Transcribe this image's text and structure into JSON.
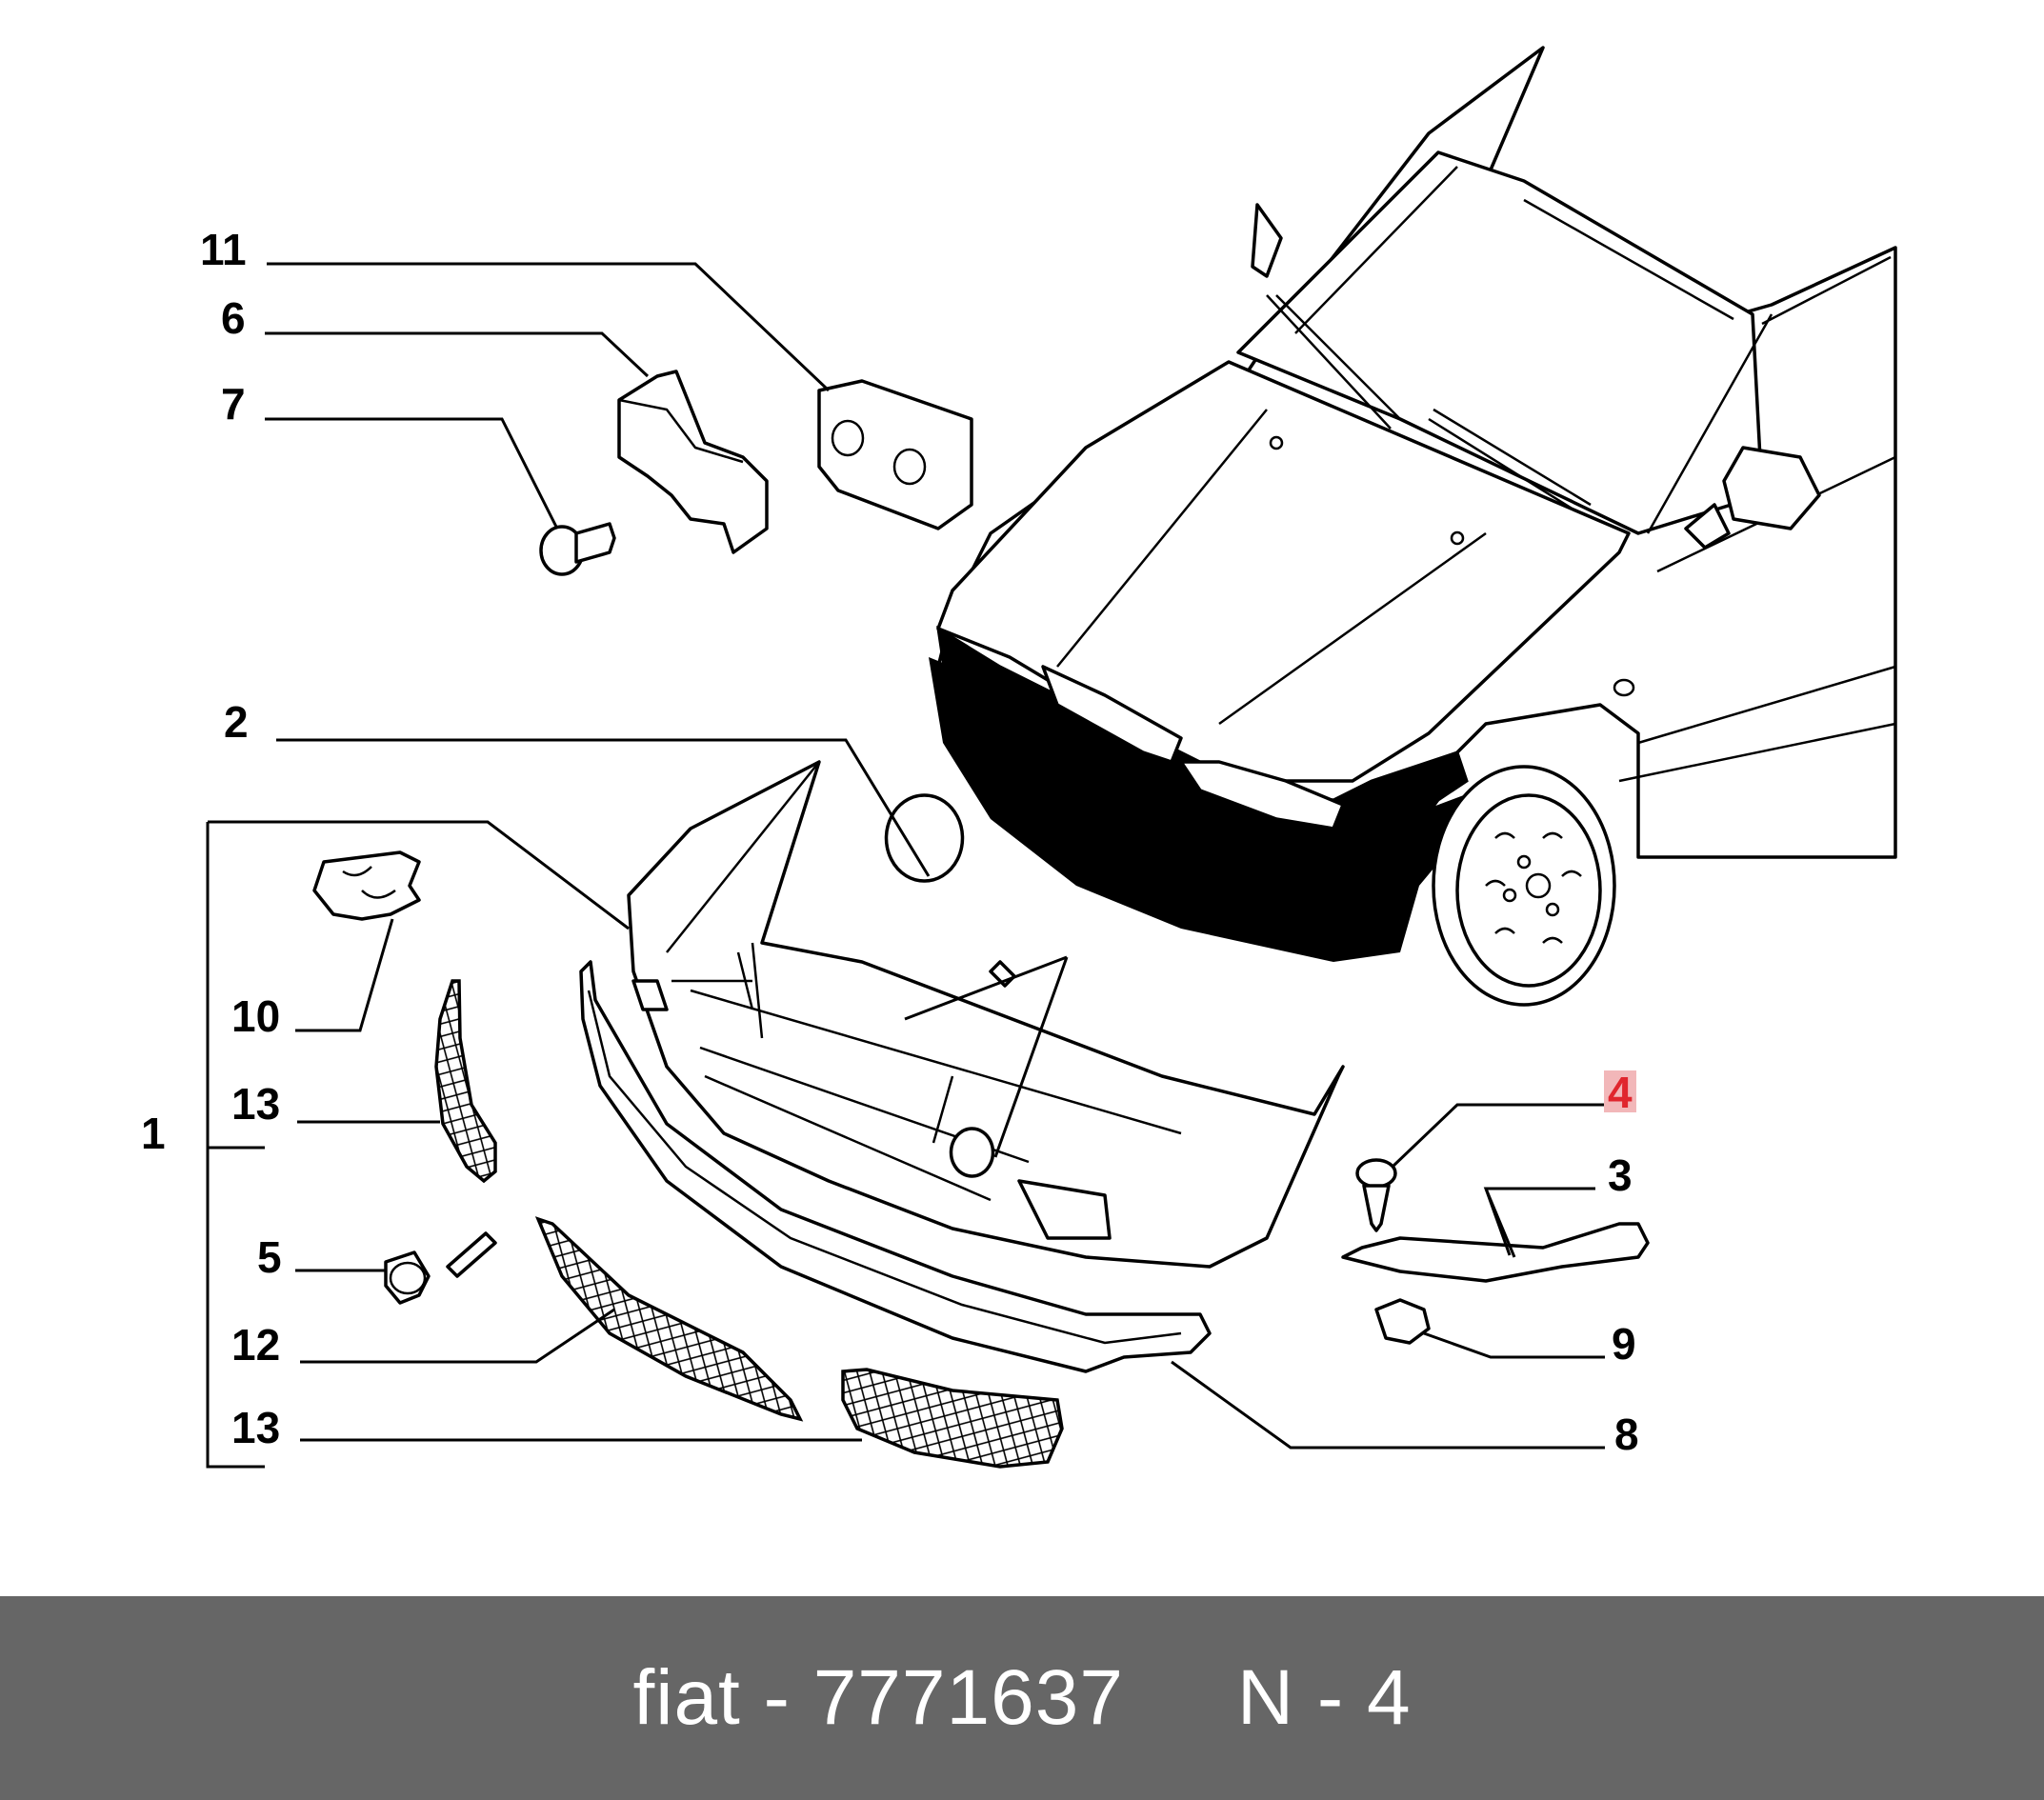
{
  "footer": {
    "brand": "fiat",
    "separator": " - ",
    "part_number": "7771637",
    "gap": "     ",
    "reference": "N - 4"
  },
  "callouts": {
    "c1": "1",
    "c2": "2",
    "c3": "3",
    "c4": "4",
    "c5": "5",
    "c6": "6",
    "c7": "7",
    "c8": "8",
    "c9": "9",
    "c10": "10",
    "c11": "11",
    "c12": "12",
    "c13a": "13",
    "c13b": "13"
  },
  "colors": {
    "highlight": "#e0262e",
    "footer_bg": "#666666",
    "footer_text": "#ffffff"
  }
}
